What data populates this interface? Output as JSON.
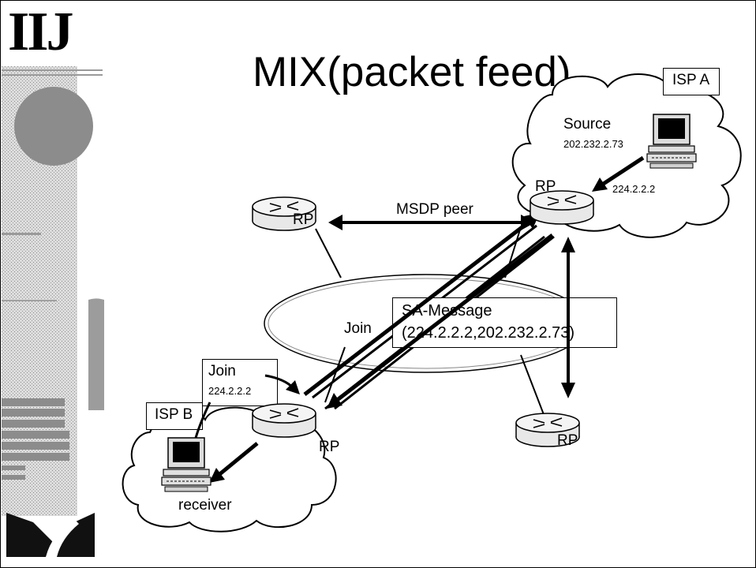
{
  "logo": {
    "text": "IIJ"
  },
  "title": "MIX(packet feed)",
  "isp_a": {
    "label": "ISP A"
  },
  "isp_b": {
    "label": "ISP B"
  },
  "source": {
    "label": "Source",
    "address": "202.232.2.73",
    "group": "224.2.2.2"
  },
  "rp_label": "RP",
  "msdp_peer": "MSDP peer",
  "sa_message": {
    "line1": "SA-Message",
    "line2": "(224.2.2.2,202.232.2.73)"
  },
  "join_mid": "Join",
  "join_box": {
    "line1": "Join",
    "line2": "224.2.2.2"
  },
  "receiver": "receiver",
  "colors": {
    "line": "#000000",
    "sidebar": "#c8c8c8",
    "router": "#f0f0f0"
  }
}
